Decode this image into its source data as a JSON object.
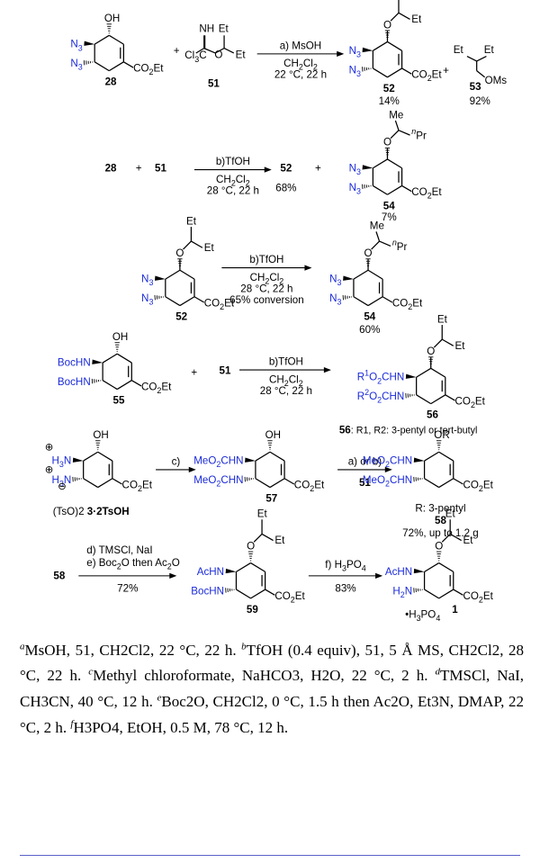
{
  "reactions": [
    {
      "id": "row1",
      "condition_top": "a) MsOH",
      "condition_lines": [
        "CH2Cl2",
        "22 °C, 22 h"
      ],
      "reactants": [
        "28",
        "51"
      ],
      "products": [
        {
          "label": "52",
          "yield": "14%"
        },
        {
          "label": "53",
          "yield": "92%"
        }
      ]
    },
    {
      "id": "row2",
      "condition_top": "b)TfOH",
      "condition_lines": [
        "CH2Cl2",
        "28 °C, 22 h"
      ],
      "reactants": [
        "28",
        "51"
      ],
      "products": [
        {
          "label": "52",
          "yield": "68%"
        },
        {
          "label": "54",
          "yield": "7%"
        }
      ]
    },
    {
      "id": "row3",
      "condition_top": "b)TfOH",
      "condition_lines": [
        "CH2Cl2",
        "28 °C, 22 h",
        "65% conversion"
      ],
      "reactants": [
        "52"
      ],
      "products": [
        {
          "label": "54",
          "yield": "60%"
        }
      ]
    },
    {
      "id": "row4",
      "condition_top": "b)TfOH",
      "condition_lines": [
        "CH2Cl2",
        "28 °C, 22 h"
      ],
      "reactants": [
        "55",
        "51"
      ],
      "products": [
        {
          "label": "56",
          "yield": "",
          "note_label": "56",
          "note": ": R1, R2: 3-pentyl or tert-butyl"
        }
      ]
    },
    {
      "id": "row5",
      "step1_condition": "c)",
      "step2_condition_top": "a) or b)",
      "step2_reagent": "51",
      "reactants": [
        "3·2TsOH"
      ],
      "intermediate": "57",
      "products": [
        {
          "label": "58",
          "yield": "72%, up to 1.2 g",
          "R": "R: 3-pentyl"
        }
      ]
    },
    {
      "id": "row6",
      "step1_conditions": [
        "d) TMSCl, NaI",
        "e) Boc2O then Ac2O"
      ],
      "step1_yield": "72%",
      "step2_condition": "f) H3PO4",
      "step2_yield": "83%",
      "reactants": [
        "58"
      ],
      "intermediate": "59",
      "products": [
        {
          "label": "1"
        }
      ]
    }
  ],
  "groups": {
    "OH": "OH",
    "N3": "N3",
    "CO2Et": "CO2Et",
    "Et": "Et",
    "OMs": "OMs",
    "Me": "Me",
    "nPr": "nPr",
    "BocHN": "BocHN",
    "AcHN": "AcHN",
    "H2N": "H2N",
    "MeO2CHN": "MeO2CHN",
    "R1O2CHN": "R1O2CHN",
    "R2O2CHN": "R2O2CHN",
    "OR": "OR",
    "NH": "NH",
    "Cl3C": "Cl3C",
    "TsO": "(TsO)2",
    "H3PO4": "•H3PO4"
  },
  "footnotes": [
    {
      "mark": "a",
      "text": "MsOH, 51, CH2Cl2, 22 °C, 22 h."
    },
    {
      "mark": "b",
      "text": "TfOH (0.4 equiv), 51, 5 Å MS, CH2Cl2, 28 °C, 22 h."
    },
    {
      "mark": "c",
      "text": "Methyl chloroformate, NaHCO3, H2O, 22 °C, 2 h."
    },
    {
      "mark": "d",
      "text": "TMSCl, NaI, CH3CN, 40 °C, 12 h."
    },
    {
      "mark": "e",
      "text": "Boc2O, CH2Cl2, 0 °C, 1.5 h then Ac2O, Et3N, DMAP, 22 °C, 2 h."
    },
    {
      "mark": "f",
      "text": "H3PO4, EtOH, 0.5 M, 78 °C, 12 h."
    }
  ]
}
